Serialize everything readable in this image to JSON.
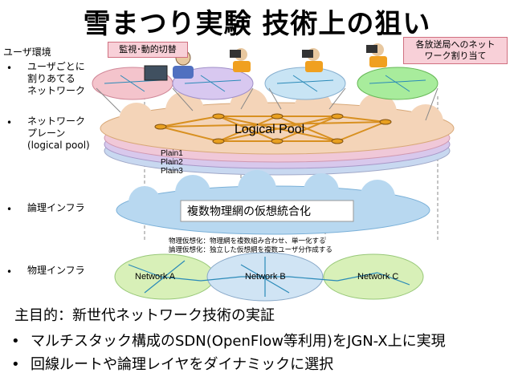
{
  "title": "雪まつり実験 技術上の狙い",
  "left_labels": {
    "user_env": "ユーザ環境",
    "per_user_net": "ユーザごとに\n割りあてる\nネットワーク",
    "net_plane": "ネットワーク\nプレーン\n(logical pool)",
    "logical_infra": "論理インフラ",
    "physical_infra": "物理インフラ",
    "bullet": "•"
  },
  "callouts": {
    "monitor": "監視･動的切替",
    "broadcast": "各放送局へのネット\nワーク割り当て"
  },
  "diagram": {
    "logical_pool": "Logical Pool",
    "plains": [
      "Plain1",
      "Plain2",
      "Plain3"
    ],
    "virtualization": "複数物理網の仮想統合化",
    "note_line1": "物理仮想化：物理網を複数組み合わせ、単一化する",
    "note_line2": "論理仮想化：独立した仮想網を複数ユーザ分作成する",
    "networks": [
      "Network A",
      "Network B",
      "Network C"
    ]
  },
  "bottom": {
    "main": "主目的：新世代ネットワーク技術の実証",
    "b1": "マルチスタック構成のSDN(OpenFlow等利用)をJGN-X上に実現",
    "b2": "回線ルートや論理レイヤをダイナミックに選択",
    "bullet": "•"
  },
  "colors": {
    "user_cloud_colors": [
      "#f4c4cc",
      "#d8c8f0",
      "#c8e4f4",
      "#a8ec9c"
    ],
    "plane_colors": [
      "#f4d4b8",
      "#f0c8d8",
      "#d8c8ec",
      "#c8d8f0"
    ],
    "infra_cloud": "#b8d8f0",
    "network_cloud": "#d8f0b8",
    "link_orange": "#d89020"
  }
}
